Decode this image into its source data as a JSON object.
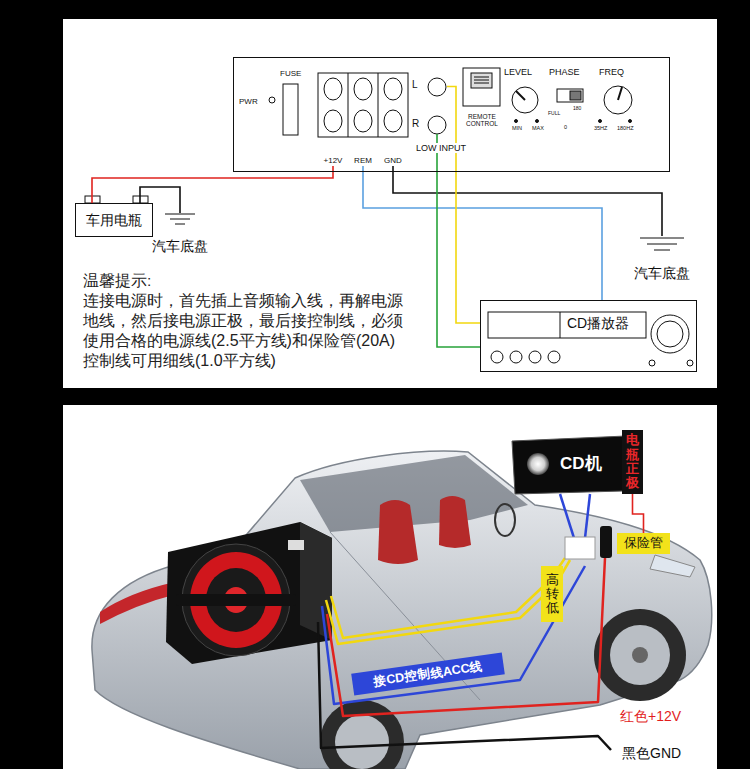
{
  "diagram": {
    "nodes": [
      {
        "text": [
          "PWR",
          "FUSE",
          "LEVEL",
          "PHASE",
          "FREQ",
          "MIN",
          "MAX",
          "FULL",
          "180",
          "0",
          "35HZ",
          "180HZ",
          "LOW INPUT"
        ]
      },
      {
        "text": [
          "+12V"
        ],
        "in": 0
      },
      {
        "text": [
          "REM"
        ],
        "in": 0
      },
      {
        "text": [
          "GND"
        ],
        "in": 0
      },
      {
        "text": [
          "L"
        ],
        "in": 0
      },
      {
        "text": [
          "R"
        ],
        "in": 0
      },
      {
        "text": [
          "REMOTE CONTROL"
        ],
        "in": 0
      },
      {
        "text": [
          "车用电瓶"
        ]
      },
      {
        "text": [
          "汽车底盘"
        ]
      },
      {
        "text": [
          "汽车底盘"
        ]
      },
      {
        "text": [
          "CD播放器"
        ]
      },
      {
        "text": [
          "CD机"
        ]
      },
      {
        "text": [
          "电瓶正极"
        ]
      },
      {
        "text": [
          "保险管"
        ]
      },
      {
        "text": [
          "高转低"
        ]
      },
      {
        "text": [
          "接CD控制线ACC线"
        ]
      }
    ],
    "edges": [
      {
        "from": 1,
        "to": 7,
        "arrow": "none"
      },
      {
        "from": 2,
        "to": 10,
        "arrow": "none"
      },
      {
        "from": 3,
        "to": 9,
        "arrow": "none"
      },
      {
        "from": 4,
        "to": 10,
        "arrow": "none"
      },
      {
        "from": 5,
        "to": 10,
        "arrow": "none"
      },
      {
        "from": 7,
        "to": 8,
        "arrow": "none"
      },
      {
        "from": 12,
        "to": 13,
        "arrow": "none"
      }
    ],
    "labels": [
      "温馨提示:",
      "连接电源时，首先插上音频输入线，再解电源地线，然后接电源正极，最后接控制线，必须使用合格的电源线(2.5平方线)和保险管(20A)控制线可用细线(1.0平方线)",
      "红色+12V",
      "黑色GND"
    ]
  }
}
